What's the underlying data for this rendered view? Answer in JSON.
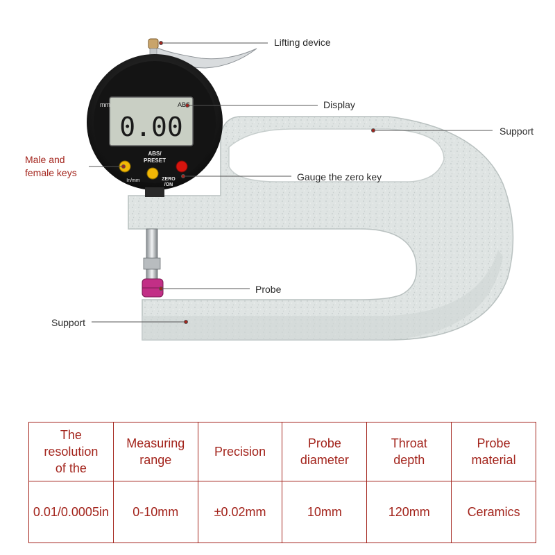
{
  "display": {
    "reading": "0.00",
    "unit_left": "mm",
    "unit_right": "ABS",
    "key_label_abs": "ABS/",
    "key_label_preset": "PRESET",
    "key_label_inmm": "In/mm",
    "key_label_zero": "ZERO",
    "key_label_on": "/ON"
  },
  "callouts": {
    "lifting_device": "Lifting device",
    "display": "Display",
    "support_top": "Support",
    "male_female_line1": "Male and",
    "male_female_line2": "female keys",
    "zero_key": "Gauge the zero key",
    "probe": "Probe",
    "support_bottom": "Support"
  },
  "spec_table": {
    "headers": [
      {
        "line1": "The resolution",
        "line2": "of the"
      },
      {
        "line1": "Measuring",
        "line2": "range"
      },
      {
        "line1": "Precision",
        "line2": ""
      },
      {
        "line1": "Probe",
        "line2": "diameter"
      },
      {
        "line1": "Throat",
        "line2": "depth"
      },
      {
        "line1": "Probe",
        "line2": "material"
      }
    ],
    "values": [
      "0.01/0.0005in",
      "0-10mm",
      "±0.02mm",
      "10mm",
      "120mm",
      "Ceramics"
    ]
  },
  "colors": {
    "frame": "#dfe4e3",
    "frame_shadow": "#b9c1c0",
    "accent_red": "#a3241c",
    "gauge_body": "#1b1b1b",
    "lcd": "#c9cfc4",
    "key_yellow": "#f2b705",
    "key_red": "#d6140e",
    "probe_pink": "#c22f86"
  }
}
